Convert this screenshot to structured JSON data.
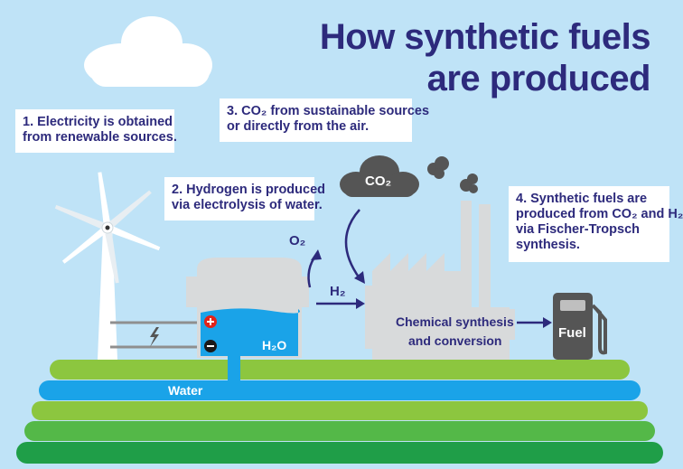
{
  "title": {
    "line1": "How synthetic fuels",
    "line2": "are produced"
  },
  "steps": {
    "step1": {
      "line1": "1. Electricity is obtained",
      "line2": "from renewable sources."
    },
    "step2": {
      "line1": "2. Hydrogen is produced",
      "line2": "via electrolysis of water."
    },
    "step3": {
      "line1": "3. CO₂ from sustainable sources",
      "line2": "or directly from the air."
    },
    "step4": {
      "line1": "4. Synthetic fuels are",
      "line2": "produced from CO₂ and H₂",
      "line3": "via Fischer-Tropsch",
      "line4": "synthesis."
    }
  },
  "labels": {
    "co2_cloud": "CO₂",
    "o2": "O₂",
    "h2": "H₂",
    "h2o": "H₂O",
    "plant_line1": "Chemical synthesis",
    "plant_line2": "and conversion",
    "fuel": "Fuel",
    "water": "Water",
    "plus": "+",
    "minus": "−"
  },
  "colors": {
    "sky": "#bfe3f7",
    "navy": "#2d2a7c",
    "gray": "#8f8f8f",
    "water": "#1aa3e8",
    "green_light": "#8cc63f",
    "green_mid": "#54b848",
    "green_dark": "#1f9e48",
    "red": "#e2231a"
  }
}
